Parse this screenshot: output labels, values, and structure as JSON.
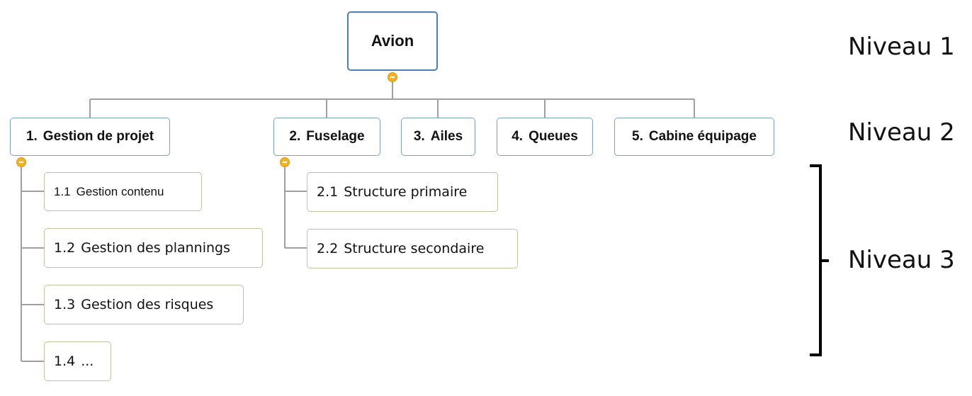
{
  "root": {
    "label": "Avion"
  },
  "level2": [
    {
      "number": "1.",
      "label": "Gestion de projet"
    },
    {
      "number": "2.",
      "label": "Fuselage"
    },
    {
      "number": "3.",
      "label": "Ailes"
    },
    {
      "number": "4.",
      "label": "Queues"
    },
    {
      "number": "5.",
      "label": "Cabine équipage"
    }
  ],
  "level3_gestion": [
    {
      "number": "1.1",
      "label": "Gestion contenu"
    },
    {
      "number": "1.2",
      "label": "Gestion des plannings"
    },
    {
      "number": "1.3",
      "label": "Gestion des risques"
    },
    {
      "number": "1.4",
      "label": "..."
    }
  ],
  "level3_fuselage": [
    {
      "number": "2.1",
      "label": "Structure primaire"
    },
    {
      "number": "2.2",
      "label": "Structure secondaire"
    }
  ],
  "levels": {
    "level1": "Niveau 1",
    "level2": "Niveau 2",
    "level3": "Niveau 3"
  },
  "colors": {
    "connector": "#a0a0a0",
    "collapse_toggle": "#f0b32a",
    "brace": "#000000"
  }
}
